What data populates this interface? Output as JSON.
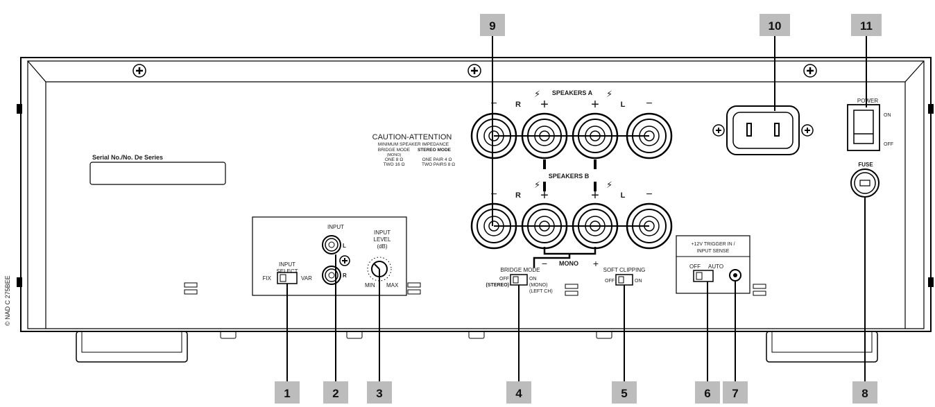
{
  "copyright": "© NAD C 275BEE",
  "serial": {
    "label": "Serial No./No. De Series"
  },
  "input_select": {
    "title_1": "INPUT",
    "title_2": "SELECT",
    "left": "FIX",
    "right": "VAR"
  },
  "input": {
    "title": "INPUT",
    "left": "L",
    "right": "R"
  },
  "input_level": {
    "title_1": "INPUT",
    "title_2": "LEVEL",
    "unit": "(dB)",
    "min": "MIN",
    "max": "MAX"
  },
  "caution": {
    "title": "CAUTION-ATTENTION",
    "subtitle": "MINIMUM SPEAKER IMPEDANCE",
    "bridge_head": "BRIDGE MODE",
    "bridge_sub": "(MONO)",
    "bridge_1": "ONE  8 Ω",
    "bridge_2": "TWO  16 Ω",
    "stereo_head": "STEREO MODE",
    "stereo_1": "ONE  PAIR  4 Ω",
    "stereo_2": "TWO  PAIRS  8 Ω"
  },
  "speakers_a": {
    "label": "SPEAKERS  A",
    "minus_left": "−",
    "r": "R",
    "plus_1": "+",
    "plus_2": "+",
    "l": "L",
    "minus_right": "−"
  },
  "speakers_b": {
    "label": "SPEAKERS  B",
    "minus_left": "−",
    "r": "R",
    "plus_1": "+",
    "plus_2": "+",
    "l": "L",
    "minus_right": "−"
  },
  "mono": {
    "minus": "−",
    "label": "MONO",
    "plus": "+"
  },
  "bridge_mode": {
    "title": "BRIDGE  MODE",
    "off": "OFF",
    "stereo": "(STEREO)",
    "on": "ON",
    "mono": "(MONO)",
    "left_ch": "(LEFT CH)"
  },
  "soft_clipping": {
    "title": "SOFT  CLIPPING",
    "off": "OFF",
    "on": "ON"
  },
  "trigger": {
    "title_1": "+12V  TRIGGER  IN /",
    "title_2": "INPUT  SENSE",
    "off": "OFF",
    "auto": "AUTO"
  },
  "power": {
    "title": "POWER",
    "on": "ON",
    "off": "OFF"
  },
  "fuse": {
    "label": "FUSE"
  },
  "callouts": [
    "1",
    "2",
    "3",
    "4",
    "5",
    "6",
    "7",
    "8",
    "9",
    "10",
    "11"
  ]
}
